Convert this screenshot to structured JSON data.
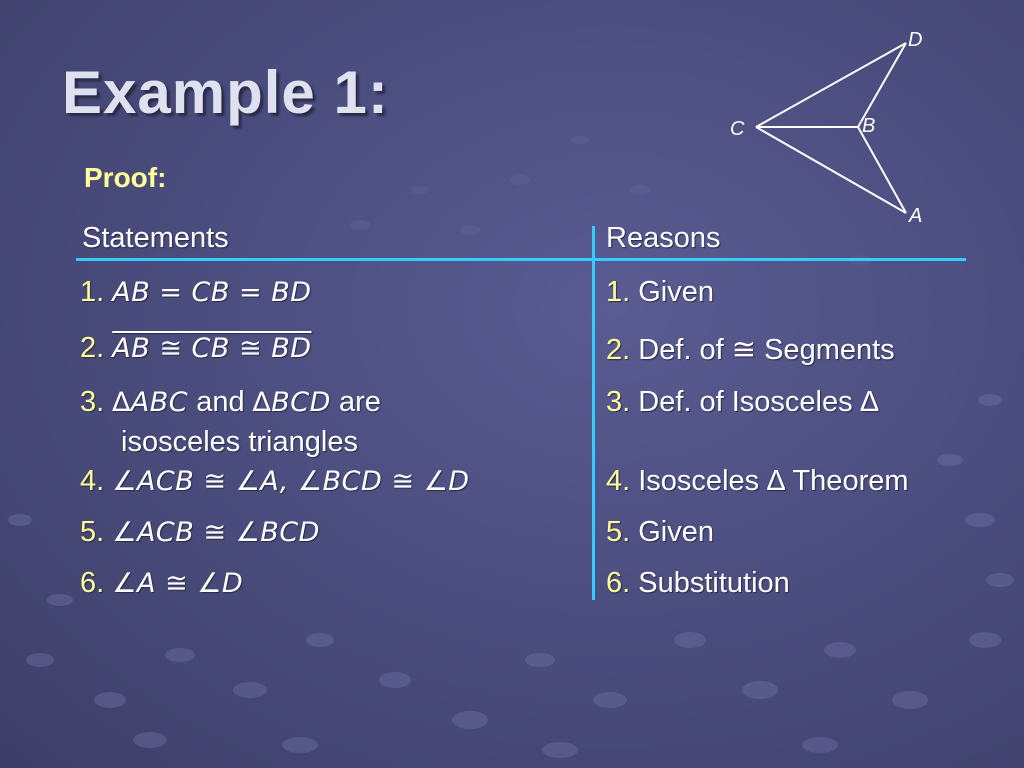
{
  "slide": {
    "title": "Example 1:",
    "proof_label": "Proof:"
  },
  "table": {
    "statements_header": "Statements",
    "reasons_header": "Reasons",
    "rows": [
      {
        "num": "1.",
        "statement": "AB = CB = BD",
        "reason_num": "1.",
        "reason": "Given"
      },
      {
        "num": "2.",
        "statement": "AB ≅ CB ≅ BD",
        "reason_num": "2.",
        "reason": "Def. of ≅ Segments"
      },
      {
        "num": "3.",
        "statement_a": "∆ABC",
        "statement_mid": " and ",
        "statement_b": "∆BCD",
        "statement_end": " are",
        "statement_line2": "isosceles triangles",
        "reason_num": "3.",
        "reason": "Def. of Isosceles ∆"
      },
      {
        "num": "4.",
        "statement": "∠ACB ≅ ∠A, ∠BCD ≅ ∠D",
        "reason_num": "4.",
        "reason": "Isosceles ∆ Theorem"
      },
      {
        "num": "5.",
        "statement": "∠ACB ≅ ∠BCD",
        "reason_num": "5.",
        "reason": "Given"
      },
      {
        "num": "6.",
        "statement": "∠A ≅ ∠D",
        "reason_num": "6.",
        "reason": "Substitution"
      }
    ]
  },
  "diagram": {
    "labels": {
      "D": "D",
      "C": "C",
      "B": "B",
      "A": "A"
    }
  },
  "colors": {
    "accent_line": "#33ccff",
    "number_yellow": "#ffff99",
    "title": "#dfe0f0"
  }
}
